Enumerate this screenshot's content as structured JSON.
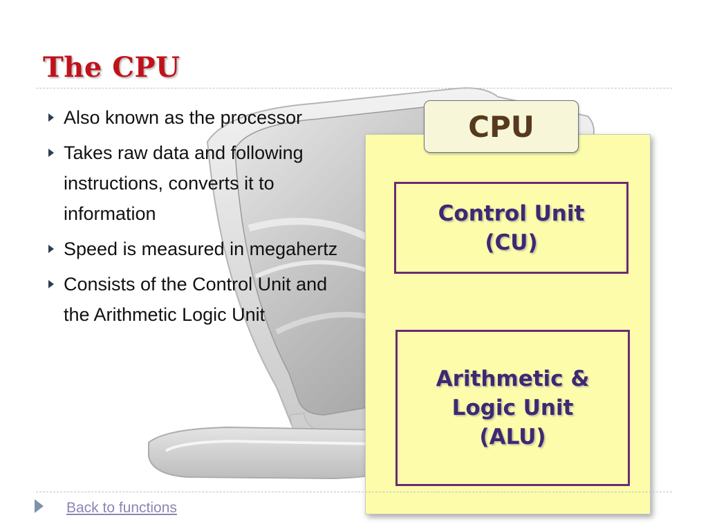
{
  "slide": {
    "title": "The CPU",
    "bullets": [
      "Also known as the processor",
      "Takes raw data and following instructions, converts it to information",
      "Speed is measured in megahertz",
      "Consists of the Control Unit and the Arithmetic Logic Unit"
    ]
  },
  "diagram": {
    "header": "CPU",
    "control_unit": "Control Unit\n(CU)",
    "alu": "Arithmetic &\nLogic Unit\n(ALU)"
  },
  "footer": {
    "link_label": "Back to functions",
    "nav_icon": "play-arrow-icon"
  },
  "colors": {
    "title": "#c0121b",
    "panel_fill": "#fcfcaa",
    "box_border": "#6c2a73",
    "box_text": "#3e2970",
    "link": "#8f82b5"
  }
}
